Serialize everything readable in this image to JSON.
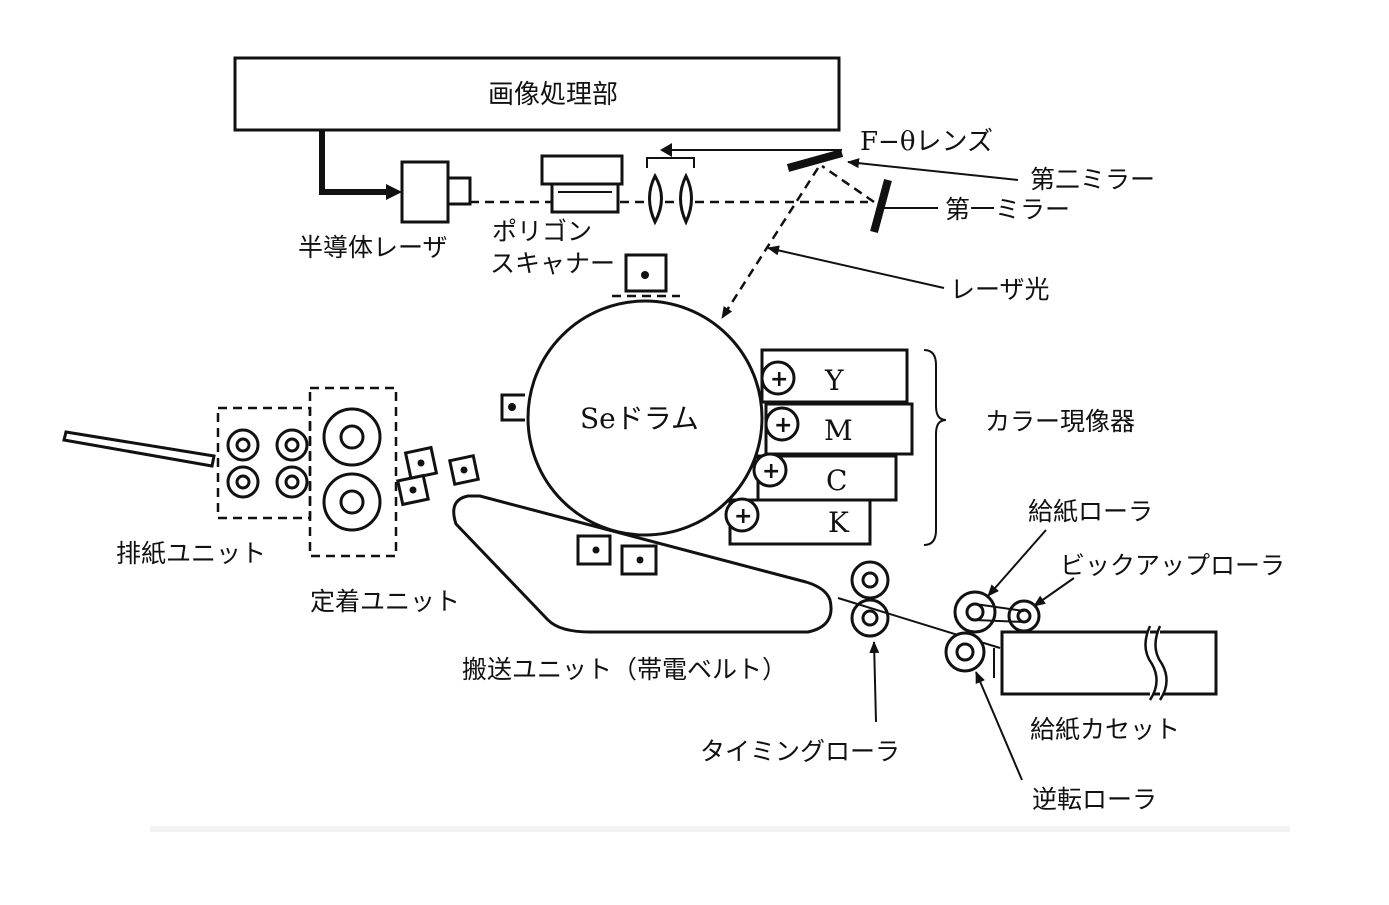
{
  "labels": {
    "image_processing": "画像処理部",
    "f_theta_lens": "F−θレンズ",
    "second_mirror": "第二ミラー",
    "first_mirror": "第一ミラー",
    "semiconductor_laser": "半導体レーザ",
    "polygon_line1": "ポリゴン",
    "polygon_line2": "スキャナー",
    "laser_light": "レーザ光",
    "se_drum": "Seドラム",
    "color_developer": "カラー現像器",
    "paper_exit_unit": "排紙ユニット",
    "fixing_unit": "定着ユニット",
    "transport_unit": "搬送ユニット（帯電ベルト）",
    "timing_roller": "タイミングローラ",
    "paper_feed_roller": "給紙ローラ",
    "pickup_roller": "ビックアップローラ",
    "paper_cassette": "給紙カセット",
    "reverse_roller": "逆転ローラ"
  },
  "developers": [
    "Y",
    "M",
    "C",
    "K"
  ],
  "charge_symbol": "+"
}
